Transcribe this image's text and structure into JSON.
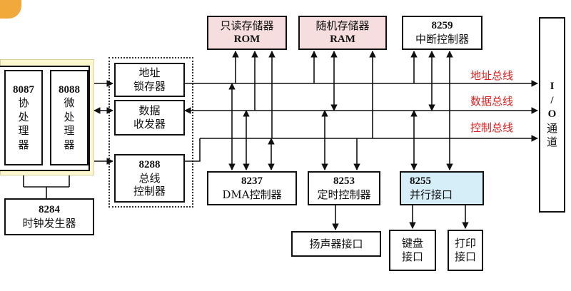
{
  "coprocessor": {
    "num": "8087",
    "chars": [
      "协",
      "处",
      "理",
      "器"
    ]
  },
  "cpu": {
    "num": "8088",
    "chars": [
      "微",
      "处",
      "理",
      "器"
    ]
  },
  "clock": {
    "num": "8284",
    "label": "时钟发生器"
  },
  "latch": {
    "line1": "地址",
    "line2": "锁存器"
  },
  "transceiver": {
    "line1": "数据",
    "line2": "收发器"
  },
  "bus_controller": {
    "num": "8288",
    "line1": "总线",
    "line2": "控制器"
  },
  "rom": {
    "label": "只读存储器",
    "sub": "ROM"
  },
  "ram": {
    "label": "随机存储器",
    "sub": "RAM"
  },
  "pic": {
    "num": "8259",
    "label": "中断控制器"
  },
  "dma": {
    "num": "8237",
    "label": "DMA控制器"
  },
  "timer": {
    "num": "8253",
    "label": "定时控制器"
  },
  "ppi": {
    "num": "8255",
    "label": "并行接口"
  },
  "speaker": {
    "label": "扬声器接口"
  },
  "keyboard": {
    "line1": "键盘",
    "line2": "接口"
  },
  "printer": {
    "line1": "打印",
    "line2": "接口"
  },
  "io_channel": {
    "chars": [
      "I",
      "/",
      "O",
      "通",
      "道"
    ]
  },
  "buses": {
    "address": "地址总线",
    "data": "数据总线",
    "control": "控制总线"
  },
  "colors": {
    "bus_label": "#e02020",
    "rom_ram_fill": "#f6dede",
    "ppi_fill": "#d5eef8",
    "cpu_panel": "#fbf7cf"
  }
}
